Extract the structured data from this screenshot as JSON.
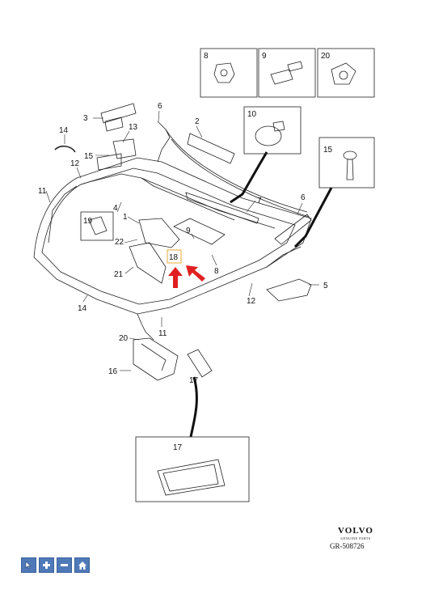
{
  "diagram": {
    "callouts": {
      "n1": "1",
      "n2": "2",
      "n3": "3",
      "n4": "4",
      "n5": "5",
      "n6a": "6",
      "n6b": "6",
      "n7": "7",
      "n8": "8",
      "n9": "9",
      "n11a": "11",
      "n11b": "11",
      "n12a": "12",
      "n12b": "12",
      "n13": "13",
      "n14a": "14",
      "n14b": "14",
      "n15": "15",
      "n16": "16",
      "n17": "17",
      "n19": "19",
      "n20": "20",
      "n21": "21",
      "n22": "22"
    },
    "highlight_label": "18",
    "insets": {
      "i8": "8",
      "i9": "9",
      "i20": "20",
      "i10": "10",
      "i15": "15",
      "i17": "17"
    }
  },
  "footer": {
    "brand": "VOLVO",
    "brand_sub": "GENUINE PARTS",
    "reference": "GR-508726"
  },
  "toolbar": {
    "buttons": [
      "cursor-icon",
      "plus-icon",
      "minus-icon",
      "home-icon"
    ]
  },
  "colors": {
    "line": "#222222",
    "arrow": "#e02020",
    "toolbar": "#4f79b8"
  }
}
